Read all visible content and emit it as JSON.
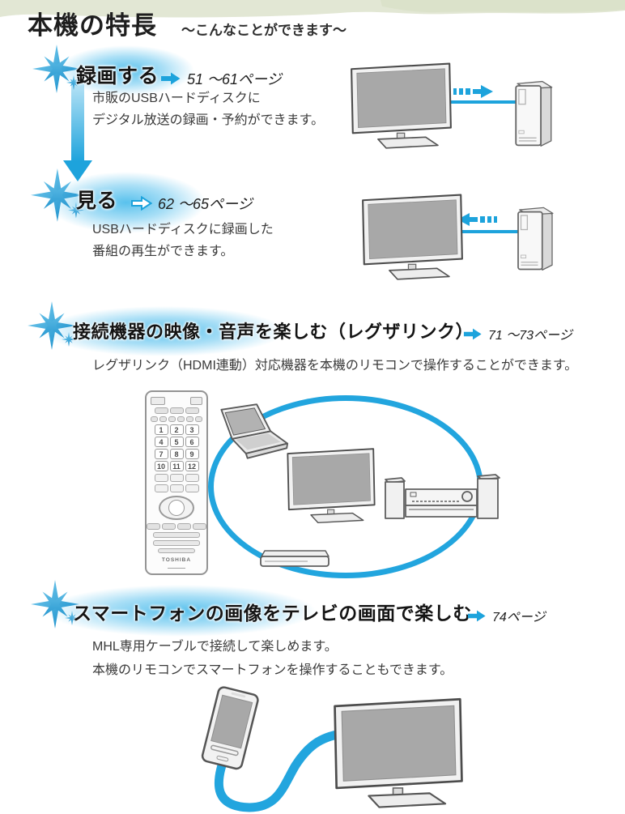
{
  "page": {
    "title": "本機の特長",
    "subtitle": "～こんなことができます～"
  },
  "sections": [
    {
      "heading": "録画する",
      "page_ref": "51 ～61ページ",
      "arrow_style": "solid",
      "body": [
        "市販のUSBハードディスクに",
        "デジタル放送の録画・予約ができます。"
      ],
      "illustration": "tv-records-to-usb-hdd"
    },
    {
      "heading": "見る",
      "page_ref": "62 ～65ページ",
      "arrow_style": "outline",
      "body": [
        "USBハードディスクに録画した",
        "番組の再生ができます。"
      ],
      "illustration": "usb-hdd-plays-to-tv"
    },
    {
      "heading": "接続機器の映像・音声を楽しむ（レグザリンク）",
      "page_ref": "71 ～73ページ",
      "arrow_style": "solid",
      "body": [
        "レグザリンク（HDMI連動）対応機器を本機のリモコンで操作することができます。"
      ],
      "illustration": "remote-controls-linked-devices-loop"
    },
    {
      "heading": "スマートフォンの画像をテレビの画面で楽しむ",
      "page_ref": "74ページ",
      "arrow_style": "solid",
      "body": [
        "MHL専用ケーブルで接続して楽しめます。",
        "本機のリモコンでスマートフォンを操作することもできます。"
      ],
      "illustration": "smartphone-mhl-cable-to-tv"
    }
  ],
  "remote": {
    "brand": "TOSHIBA",
    "digits": [
      "1",
      "2",
      "3",
      "4",
      "5",
      "6",
      "7",
      "8",
      "9",
      "10",
      "11",
      "12"
    ]
  },
  "colors": {
    "accent_blue": "#1da3dc",
    "glow_blue": "#a9dff5",
    "band_green": "#e2e7d4",
    "device_gray": "#f1f1f1",
    "screen_gray": "#a8a8a8"
  }
}
